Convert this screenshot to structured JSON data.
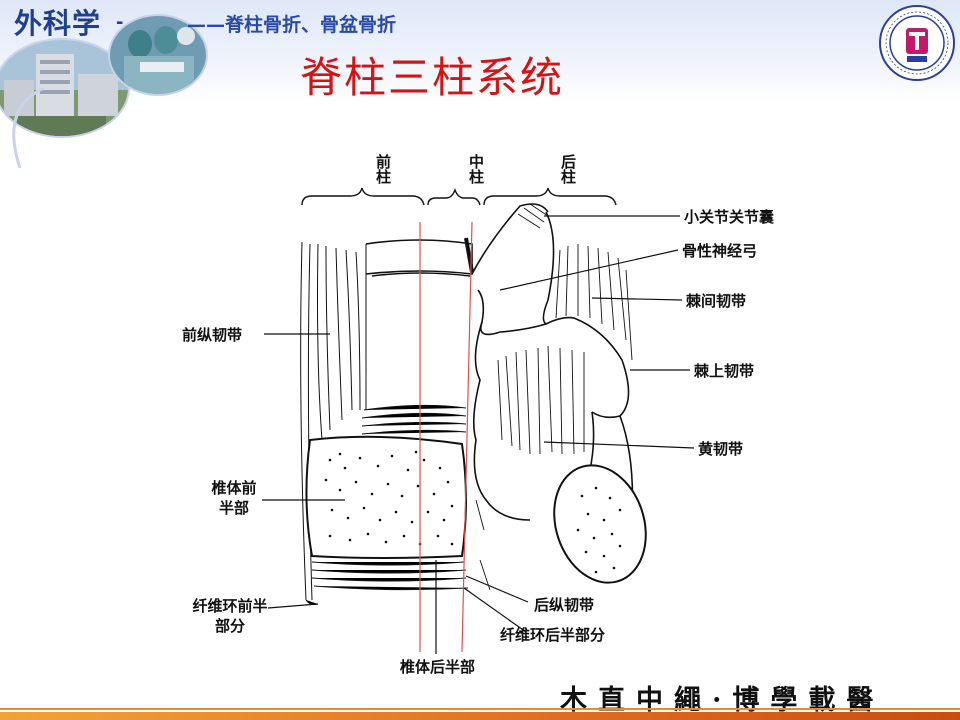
{
  "header": {
    "brand": "外科学",
    "dash": "-",
    "subtitle": "——脊柱骨折、骨盆骨折",
    "title": "脊柱三柱系统"
  },
  "diagram": {
    "column_labels": {
      "anterior": "前柱",
      "middle": "中柱",
      "posterior": "后柱"
    },
    "labels": {
      "facet_capsule": "小关节关节囊",
      "neural_arch": "骨性神经弓",
      "interspinous_ligament": "棘间韧带",
      "anterior_longitudinal_ligament": "前纵韧带",
      "supraspinous_ligament": "棘上韧带",
      "ligamentum_flavum": "黄韧带",
      "vertebral_body_anterior": "椎体前半部",
      "annulus_anterior": "纤维环前半部分",
      "posterior_longitudinal_ligament": "后纵韧带",
      "annulus_posterior": "纤维环后半部分",
      "vertebral_body_posterior": "椎体后半部"
    }
  },
  "footer": {
    "motto": "木直中繩·博學載醫"
  },
  "colors": {
    "title_red": "#d41414",
    "header_blue": "#1f3f8f",
    "guide_line_red": "#e05050",
    "footer_orange": "#e8892b"
  }
}
